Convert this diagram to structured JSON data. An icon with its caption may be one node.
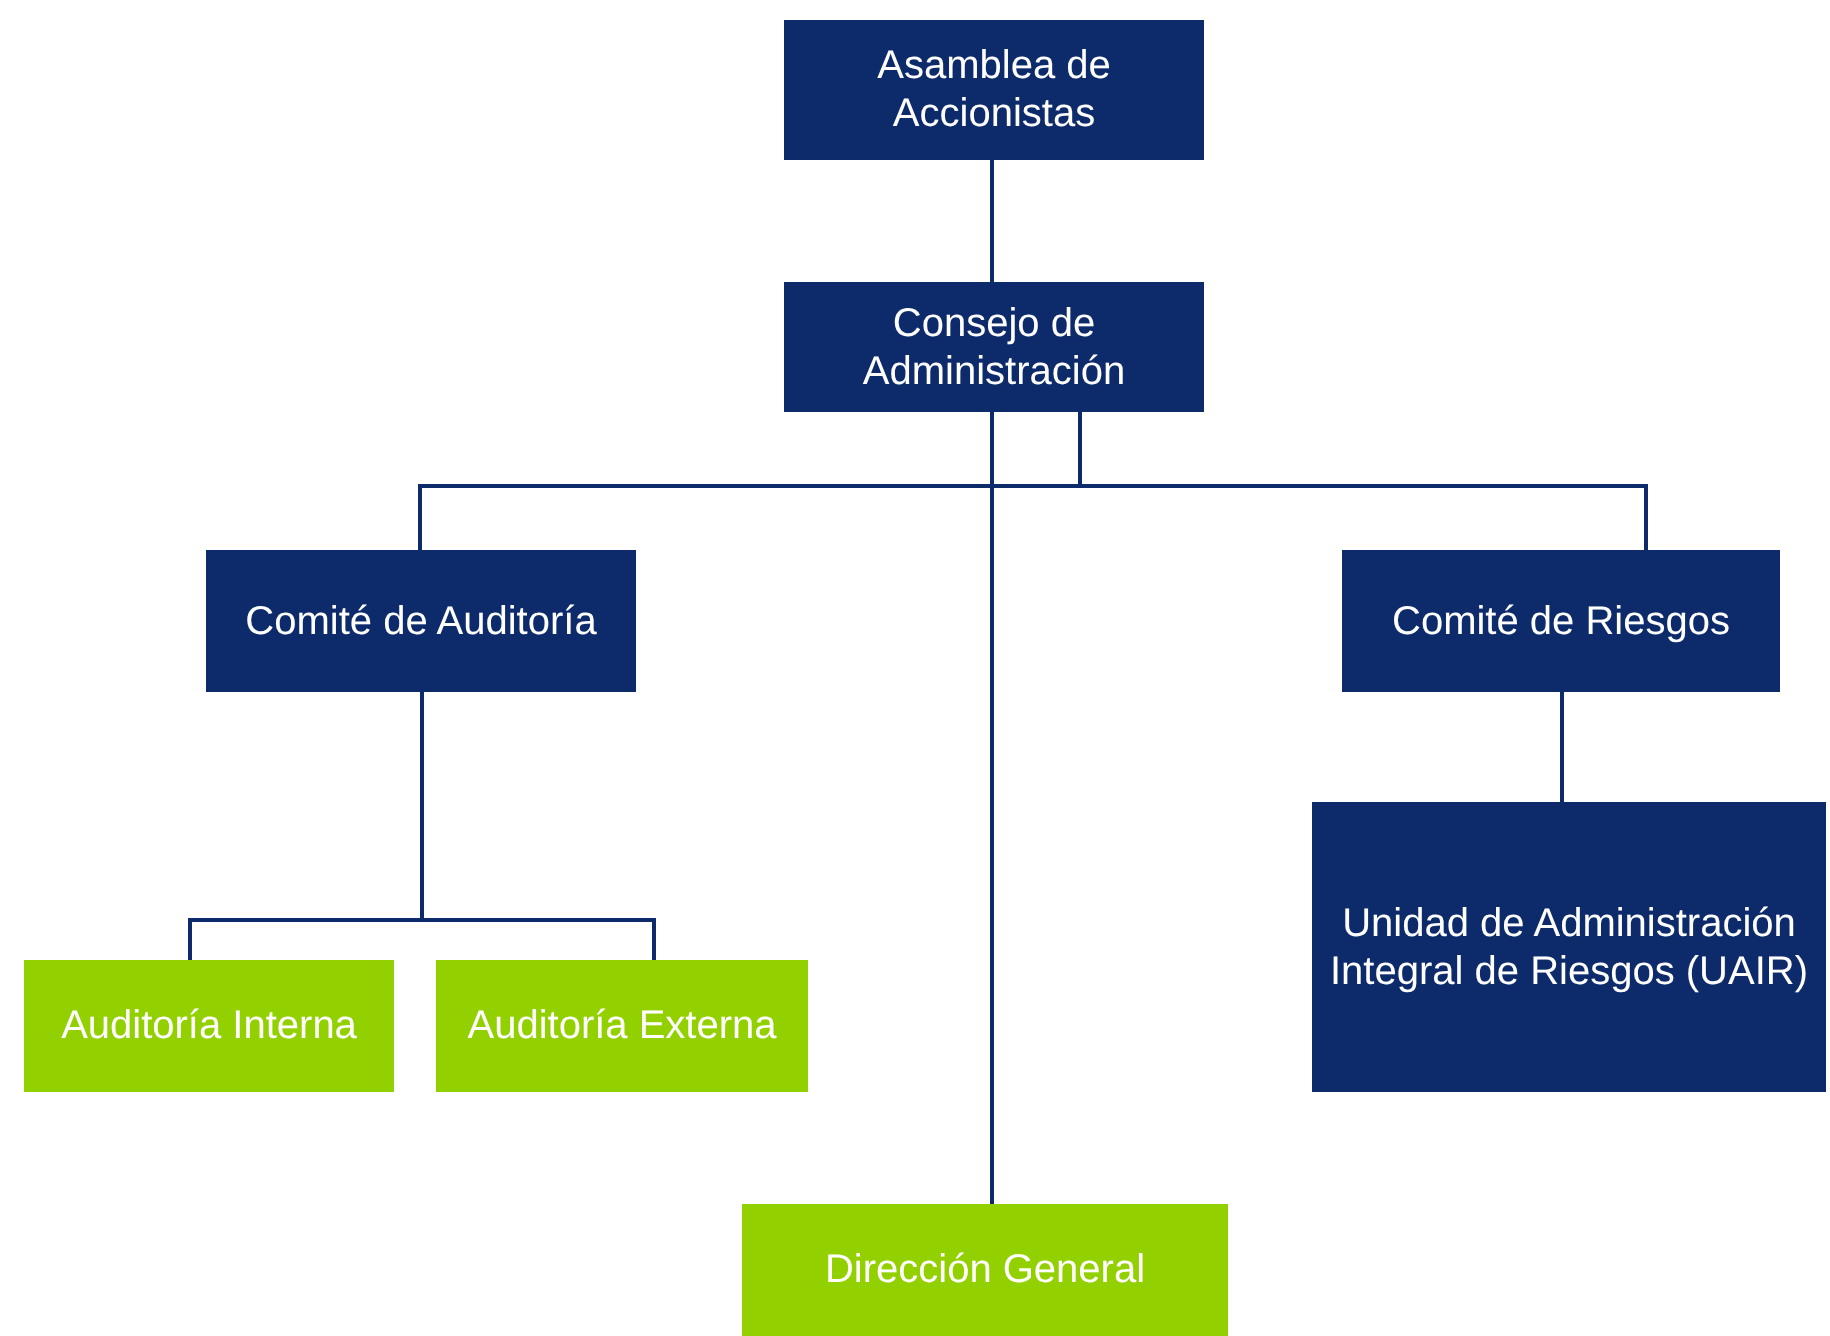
{
  "diagram": {
    "nodes": [
      {
        "text": [
          "Asamblea de Accionistas"
        ]
      },
      {
        "text": [
          "Consejo de Administración"
        ]
      },
      {
        "text": [
          "Comité de Auditoría"
        ]
      },
      {
        "text": [
          "Comité de Riesgos"
        ]
      },
      {
        "text": [
          "Auditoría Interna"
        ]
      },
      {
        "text": [
          "Auditoría Externa"
        ]
      },
      {
        "text": [
          "Unidad de Administración Integral de Riesgos (UAIR)"
        ]
      },
      {
        "text": [
          "Dirección General"
        ]
      }
    ],
    "edges": [
      {
        "from": 0,
        "to": 1,
        "arrow": "none"
      },
      {
        "from": 1,
        "to": 2,
        "arrow": "none"
      },
      {
        "from": 1,
        "to": 3,
        "arrow": "none"
      },
      {
        "from": 1,
        "to": 7,
        "arrow": "none"
      },
      {
        "from": 2,
        "to": 4,
        "arrow": "none"
      },
      {
        "from": 2,
        "to": 5,
        "arrow": "none"
      },
      {
        "from": 3,
        "to": 6,
        "arrow": "none"
      }
    ]
  }
}
